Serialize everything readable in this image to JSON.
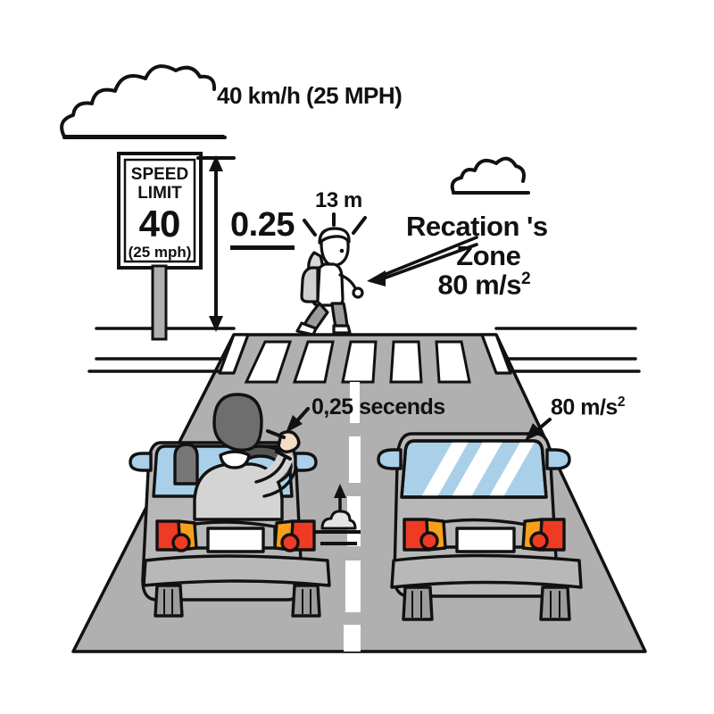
{
  "diagram": {
    "title": "Reaction Zone Road Safety Diagram",
    "background_color": "#ffffff",
    "road_color": "#b0b0b0",
    "car_body_color": "#b8b8b8",
    "window_color": "#a9d0e8",
    "taillight_red": "#ee3b24",
    "taillight_amber": "#f6a01b",
    "line_color": "#111111"
  },
  "labels": {
    "speed": "40 km/h (25 MPH)",
    "reaction_time": "0.25",
    "distance": "13 m",
    "zone_line1": "Recation 's",
    "zone_line2": "Zone",
    "zone_line3_value": "80 m/s",
    "zone_line3_sup": "2",
    "seconds": "0,25 secends",
    "accel_value": "80 m/s",
    "accel_sup": "2"
  },
  "sign": {
    "line1": "SPEED",
    "line2": "LIMIT",
    "value": "40",
    "line4": "(25 mph)"
  },
  "scene": {
    "clouds": 2,
    "crosswalk_stripes": 6,
    "cars": [
      {
        "name": "left-car",
        "has_driver": true,
        "driver_action": "pointing"
      },
      {
        "name": "right-car",
        "has_driver": false
      }
    ],
    "pedestrian": {
      "name": "girl-pedestrian",
      "accessory": "backpack",
      "hair": "ponytail"
    },
    "center_line_style": "dashed-white",
    "bush_arrow": "up"
  }
}
